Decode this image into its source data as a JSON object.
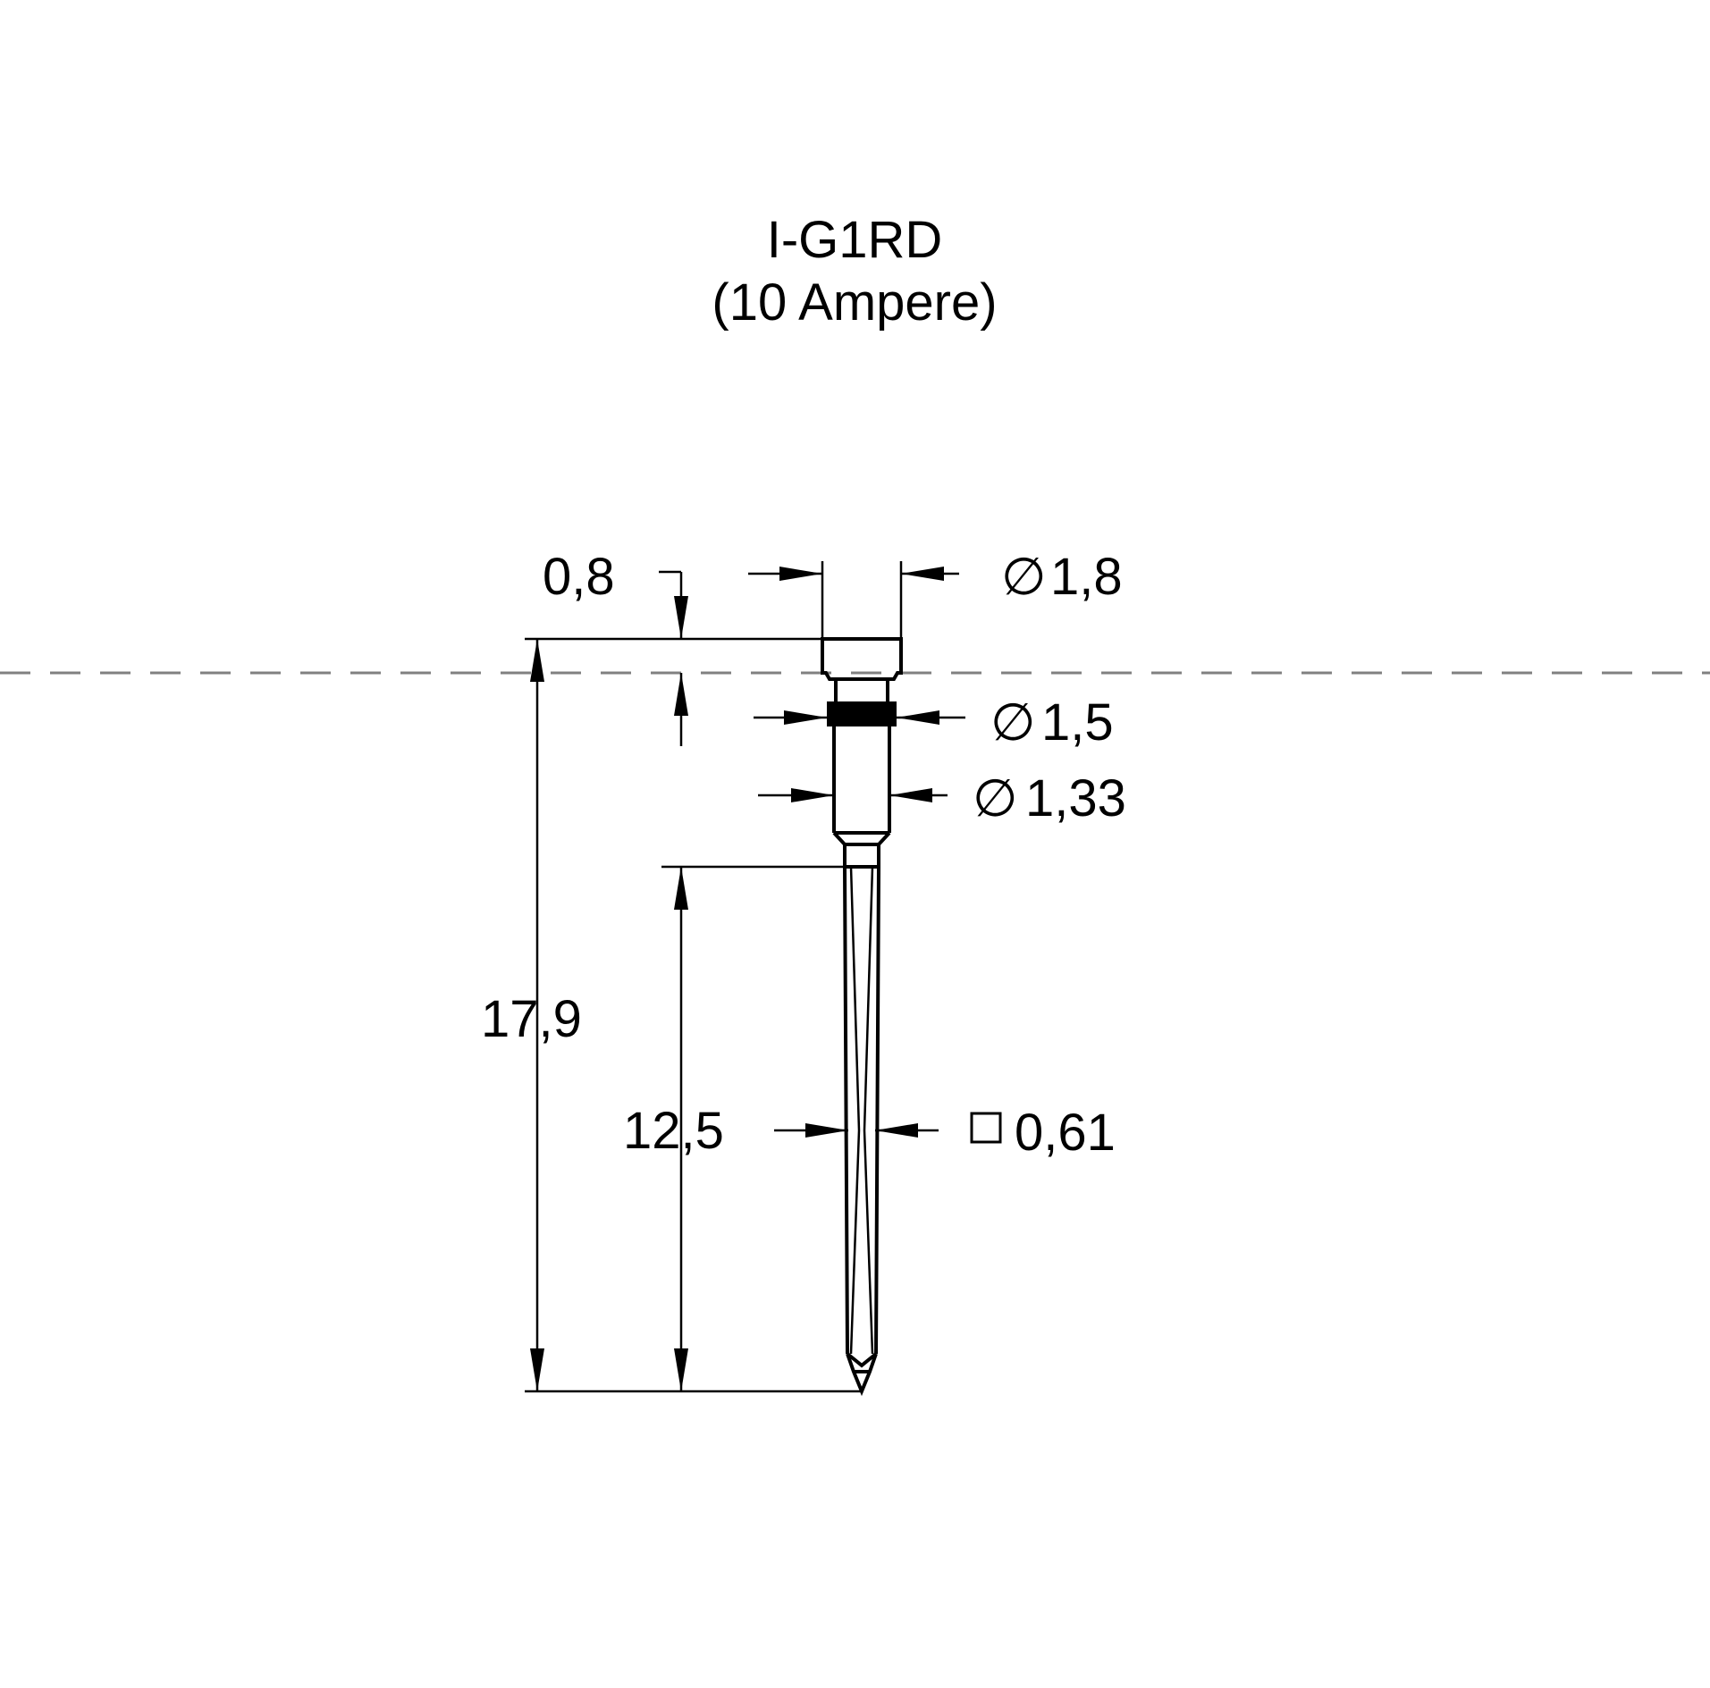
{
  "title": {
    "part_number": "I-G1RD",
    "rating": "(10 Ampere)"
  },
  "dimensions": {
    "head_height": "0,8",
    "head_diameter": "1,8",
    "collar_diameter": "1,5",
    "body_diameter": "1,33",
    "total_length": "17,9",
    "tail_length": "12,5",
    "tail_square": "0,61"
  },
  "symbols": {
    "diameter": "diameter-symbol",
    "square": "square-symbol"
  },
  "colors": {
    "line": "#000000",
    "center_line": "#808080",
    "background": "#ffffff"
  }
}
